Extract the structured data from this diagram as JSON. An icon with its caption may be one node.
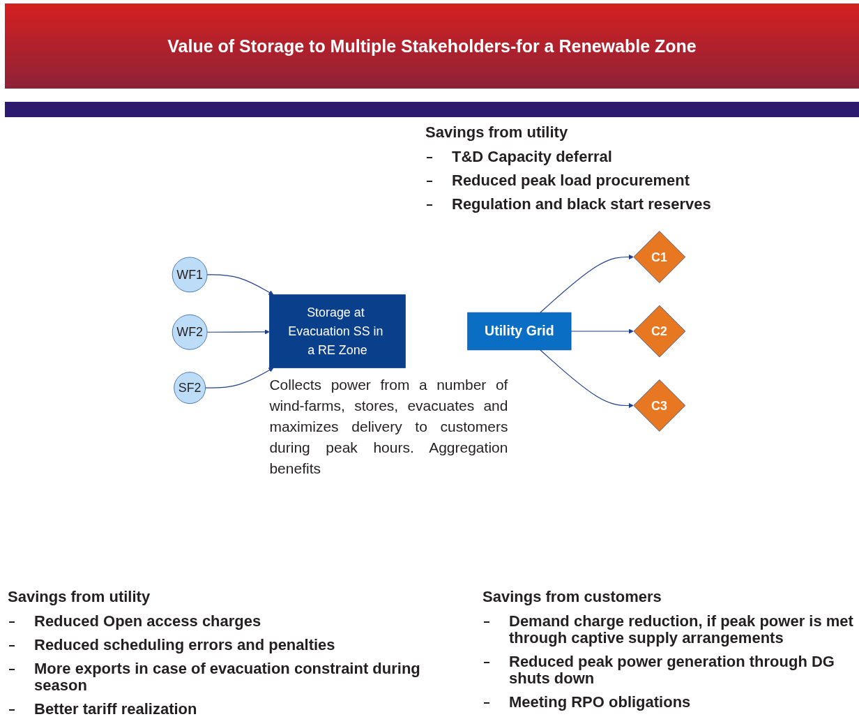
{
  "diagram": {
    "title": "Value of Storage to Multiple Stakeholders-for a Renewable Zone",
    "nodes": [
      {
        "text": [
          "WF1"
        ]
      },
      {
        "text": [
          "WF2"
        ]
      },
      {
        "text": [
          "SF2"
        ]
      },
      {
        "text": [
          "Storage at Evacuation SS in a RE Zone"
        ],
        "beside": [
          "Collects power from a number of wind-farms, stores, evacuates and maximizes delivery to customers during peak hours. Aggregation benefits"
        ]
      },
      {
        "text": [
          "Utility Grid"
        ]
      },
      {
        "text": [
          "C1"
        ]
      },
      {
        "text": [
          "C2"
        ]
      },
      {
        "text": [
          "C3"
        ]
      }
    ],
    "edges": [
      {
        "from": 0,
        "to": 3,
        "arrow": "to"
      },
      {
        "from": 1,
        "to": 3,
        "arrow": "to"
      },
      {
        "from": 2,
        "to": 3,
        "arrow": "to"
      },
      {
        "from": 4,
        "to": 5,
        "arrow": "to"
      },
      {
        "from": 4,
        "to": 6,
        "arrow": "to"
      },
      {
        "from": 4,
        "to": 7,
        "arrow": "to"
      }
    ],
    "labels": [
      "Savings from utility",
      "T&D Capacity deferral",
      "Reduced peak load procurement",
      "Regulation and black start reserves",
      "Savings from utility",
      "Reduced Open access charges",
      "Reduced scheduling errors and penalties",
      "More exports in case of evacuation constraint during season",
      "Better tariff realization",
      "Savings from customers",
      "Demand charge reduction, if peak power is met through captive supply arrangements",
      "Reduced peak power generation through DG shuts down",
      "Meeting RPO obligations"
    ]
  }
}
